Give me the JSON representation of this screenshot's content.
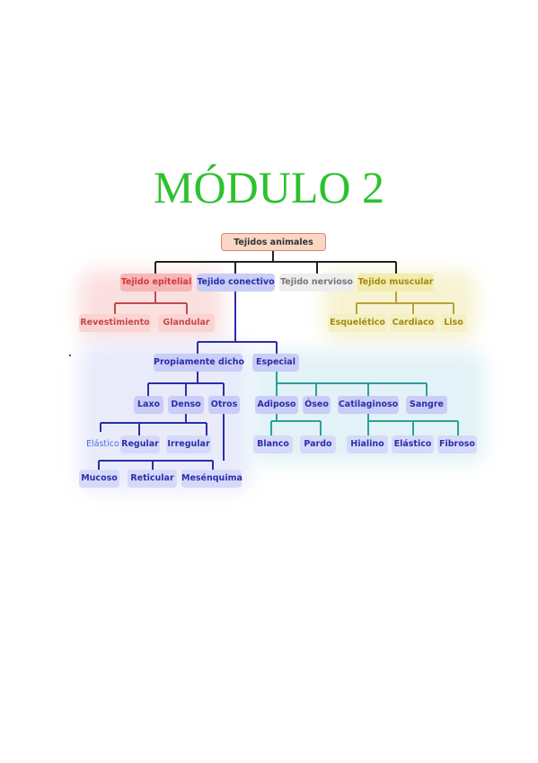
{
  "heading": "MÓDULO 2",
  "diagram": {
    "root": "Tejidos animales",
    "categories": {
      "epitelial": "Tejido epitelial",
      "conectivo": "Tejido conectivo",
      "nervioso": "Tejido nervioso",
      "muscular": "Tejido muscular"
    },
    "epitelial_children": {
      "revestimiento": "Revestimiento",
      "glandular": "Glandular"
    },
    "muscular_children": {
      "esqueletico": "Esquelético",
      "cardiaco": "Cardiaco",
      "liso": "Liso"
    },
    "conectivo_children": {
      "propiamente": "Propiamente dicho",
      "especial": "Especial"
    },
    "propiamente_children": {
      "laxo": "Laxo",
      "denso": "Denso",
      "otros": "Otros"
    },
    "denso_children": {
      "elastico": "Elástico",
      "regular": "Regular",
      "irregular": "Irregular"
    },
    "otros_children": {
      "mucoso": "Mucoso",
      "reticular": "Reticular",
      "mesenquima": "Mesénquima"
    },
    "especial_children": {
      "adiposo": "Adiposo",
      "oseo": "Óseo",
      "cartilaginoso": "Catilaginoso",
      "sangre": "Sangre"
    },
    "adiposo_children": {
      "blanco": "Blanco",
      "pardo": "Pardo"
    },
    "cartilaginoso_children": {
      "hialino": "Hialino",
      "elastico": "Elástico",
      "fibroso": "Fibroso"
    }
  },
  "colors": {
    "title": "#2ec12e",
    "root_fill": "#f9d7c4",
    "epitelial_fill": "#f6b7b7",
    "epitelial_text": "#d23a3a",
    "conectivo_fill": "#c9cdf7",
    "conectivo_text": "#2a2fa8",
    "nervioso_fill": "#eeeeee",
    "nervioso_text": "#777777",
    "muscular_fill": "#f3ecb1",
    "muscular_text": "#a48a10",
    "especial_line": "#2aa199"
  }
}
